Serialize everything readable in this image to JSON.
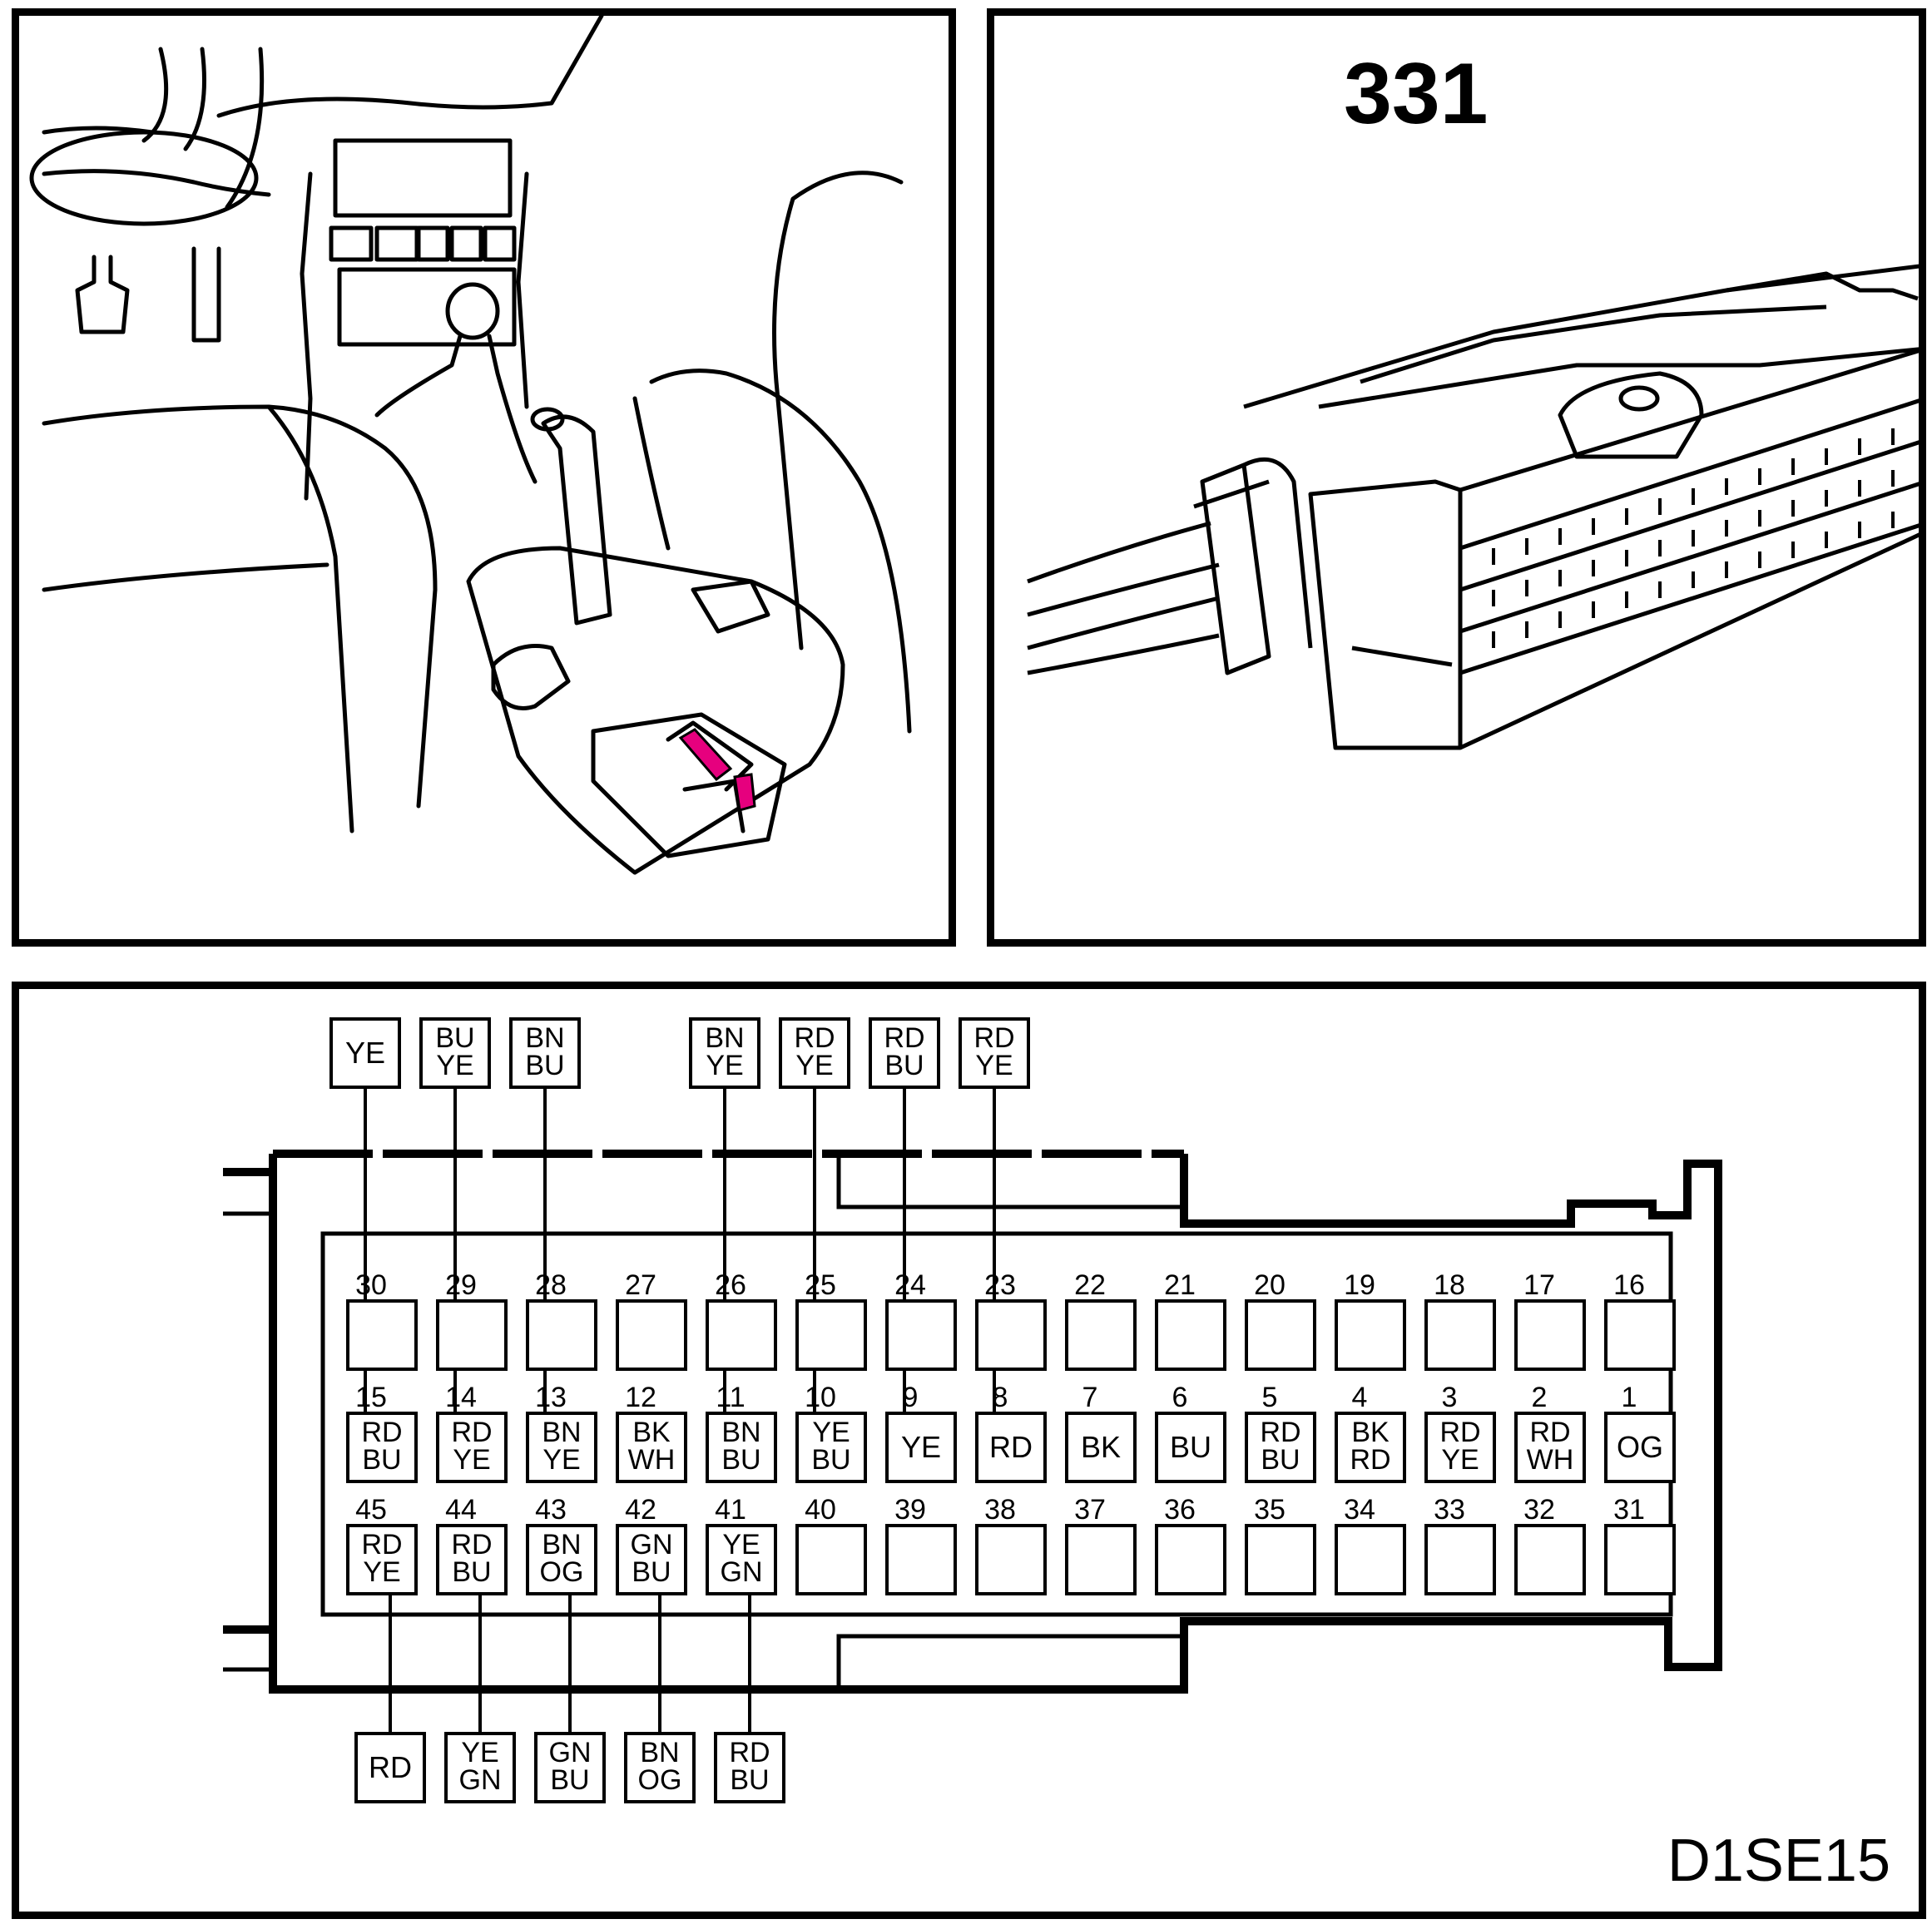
{
  "connector_number": "331",
  "diagram_code": "D1SE15",
  "pins": [
    {
      "n": "1",
      "wires": [
        "OG"
      ]
    },
    {
      "n": "2",
      "wires": [
        "RD",
        "WH"
      ]
    },
    {
      "n": "3",
      "wires": [
        "RD",
        "YE"
      ]
    },
    {
      "n": "4",
      "wires": [
        "BK",
        "RD"
      ]
    },
    {
      "n": "5",
      "wires": [
        "RD",
        "BU"
      ]
    },
    {
      "n": "6",
      "wires": [
        "BU"
      ]
    },
    {
      "n": "7",
      "wires": [
        "BK"
      ]
    },
    {
      "n": "8",
      "wires": [
        "RD"
      ]
    },
    {
      "n": "9",
      "wires": [
        "YE"
      ]
    },
    {
      "n": "10",
      "wires": [
        "YE",
        "BU"
      ]
    },
    {
      "n": "11",
      "wires": [
        "BN",
        "BU"
      ]
    },
    {
      "n": "12",
      "wires": [
        "BK",
        "WH"
      ]
    },
    {
      "n": "13",
      "wires": [
        "BN",
        "YE"
      ]
    },
    {
      "n": "14",
      "wires": [
        "RD",
        "YE"
      ]
    },
    {
      "n": "15",
      "wires": [
        "RD",
        "BU"
      ]
    },
    {
      "n": "16",
      "wires": []
    },
    {
      "n": "17",
      "wires": []
    },
    {
      "n": "18",
      "wires": []
    },
    {
      "n": "19",
      "wires": []
    },
    {
      "n": "20",
      "wires": []
    },
    {
      "n": "21",
      "wires": []
    },
    {
      "n": "22",
      "wires": []
    },
    {
      "n": "23",
      "wires": []
    },
    {
      "n": "24",
      "wires": []
    },
    {
      "n": "25",
      "wires": []
    },
    {
      "n": "26",
      "wires": []
    },
    {
      "n": "27",
      "wires": []
    },
    {
      "n": "28",
      "wires": []
    },
    {
      "n": "29",
      "wires": []
    },
    {
      "n": "30",
      "wires": []
    },
    {
      "n": "31",
      "wires": []
    },
    {
      "n": "32",
      "wires": []
    },
    {
      "n": "33",
      "wires": []
    },
    {
      "n": "34",
      "wires": []
    },
    {
      "n": "35",
      "wires": []
    },
    {
      "n": "36",
      "wires": []
    },
    {
      "n": "37",
      "wires": []
    },
    {
      "n": "38",
      "wires": []
    },
    {
      "n": "39",
      "wires": []
    },
    {
      "n": "40",
      "wires": []
    },
    {
      "n": "41",
      "wires": [
        "YE",
        "GN"
      ]
    },
    {
      "n": "42",
      "wires": [
        "GN",
        "BU"
      ]
    },
    {
      "n": "43",
      "wires": [
        "BN",
        "OG"
      ]
    },
    {
      "n": "44",
      "wires": [
        "RD",
        "BU"
      ]
    },
    {
      "n": "45",
      "wires": [
        "RD",
        "YE"
      ]
    }
  ],
  "top_leads": [
    {
      "pin": "15",
      "wires": [
        "YE"
      ]
    },
    {
      "pin": "14",
      "wires": [
        "BU",
        "YE"
      ]
    },
    {
      "pin": "13",
      "wires": [
        "BN",
        "BU"
      ]
    },
    {
      "pin": "11",
      "wires": [
        "BN",
        "YE"
      ]
    },
    {
      "pin": "10",
      "wires": [
        "RD",
        "YE"
      ]
    },
    {
      "pin": "9",
      "wires": [
        "RD",
        "BU"
      ]
    },
    {
      "pin": "8",
      "wires": [
        "RD",
        "YE"
      ]
    }
  ],
  "bottom_leads": [
    {
      "pin": "45",
      "wires": [
        "RD"
      ]
    },
    {
      "pin": "44",
      "wires": [
        "YE",
        "GN"
      ]
    },
    {
      "pin": "43",
      "wires": [
        "GN",
        "BU"
      ]
    },
    {
      "pin": "42",
      "wires": [
        "BN",
        "OG"
      ]
    },
    {
      "pin": "41",
      "wires": [
        "RD",
        "BU"
      ]
    }
  ]
}
